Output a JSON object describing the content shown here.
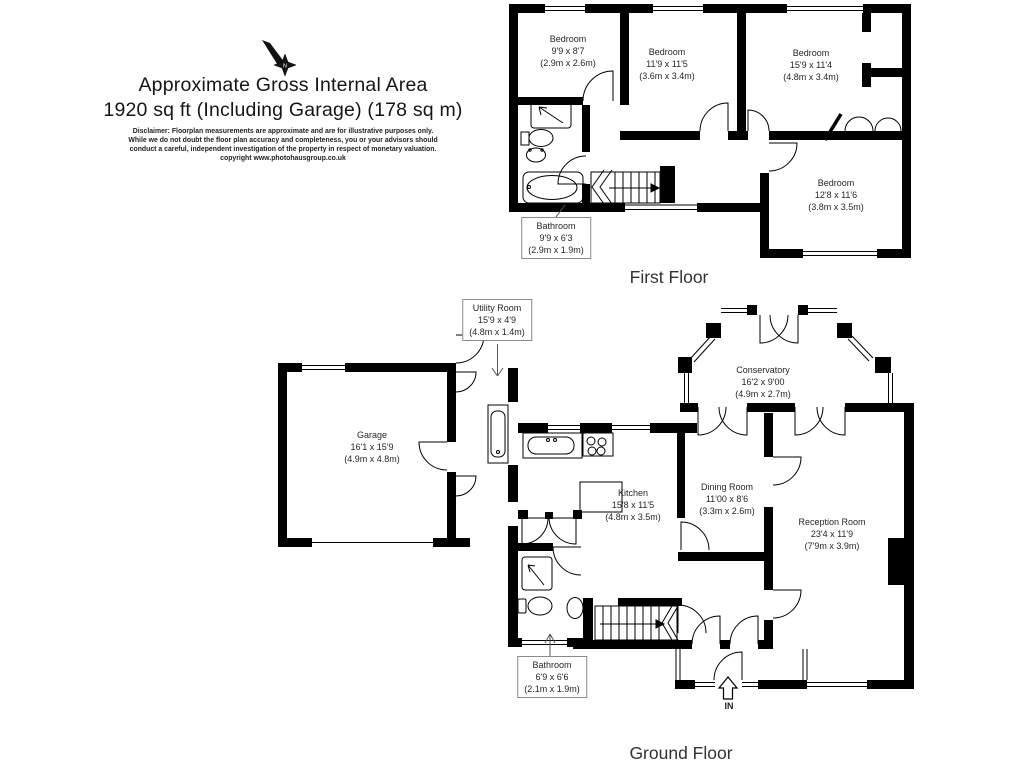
{
  "page": {
    "background": "#ffffff"
  },
  "title": {
    "line1": "Approximate Gross Internal Area",
    "line2": "1920 sq ft (Including Garage)  (178 sq m)",
    "disclaimer_lines": [
      "Disclaimer: Floorplan measurements are approximate and are for illustrative purposes only.",
      "While we do not doubt the floor plan accuracy and completeness, you or your advisors should",
      "conduct a careful, independent investigation of the property in respect of monetary valuation.",
      "copyright www.photohausgroup.co.uk"
    ]
  },
  "compass": {
    "north_label": "N"
  },
  "colors": {
    "wall": "#000000",
    "text": "#1c1c1c",
    "label_box_border": "#8a8a8a",
    "background": "#ffffff"
  },
  "floors": {
    "first": {
      "caption": "First Floor",
      "rooms": {
        "bedroom1": {
          "name": "Bedroom",
          "imperial": "9'9 x 8'7",
          "metric": "(2.9m x 2.6m)"
        },
        "bedroom2": {
          "name": "Bedroom",
          "imperial": "11'9 x 11'5",
          "metric": "(3.6m x 3.4m)"
        },
        "bedroom3": {
          "name": "Bedroom",
          "imperial": "15'9 x 11'4",
          "metric": "(4.8m x 3.4m)"
        },
        "bedroom4": {
          "name": "Bedroom",
          "imperial": "12'8 x 11'6",
          "metric": "(3.8m x 3.5m)"
        },
        "bathroom": {
          "name": "Bathroom",
          "imperial": "9'9 x 6'3",
          "metric": "(2.9m x 1.9m)"
        }
      }
    },
    "ground": {
      "caption": "Ground Floor",
      "entrance_label": "IN",
      "rooms": {
        "utility": {
          "name": "Utility Room",
          "imperial": "15'9 x 4'9",
          "metric": "(4.8m x 1.4m)"
        },
        "garage": {
          "name": "Garage",
          "imperial": "16'1 x 15'9",
          "metric": "(4.9m x 4.8m)"
        },
        "kitchen": {
          "name": "Kitchen",
          "imperial": "15'8 x 11'5",
          "metric": "(4.8m x 3.5m)"
        },
        "dining": {
          "name": "Dining Room",
          "imperial": "11'00 x 8'6",
          "metric": "(3.3m x 2.6m)"
        },
        "conservatory": {
          "name": "Conservatory",
          "imperial": "16'2 x 9'00",
          "metric": "(4.9m x 2.7m)"
        },
        "reception": {
          "name": "Reception Room",
          "imperial": "23'4 x 11'9",
          "metric": "(7'9m x 3.9m)"
        },
        "bathroom": {
          "name": "Bathroom",
          "imperial": "6'9 x 6'6",
          "metric": "(2.1m x 1.9m)"
        }
      }
    }
  }
}
